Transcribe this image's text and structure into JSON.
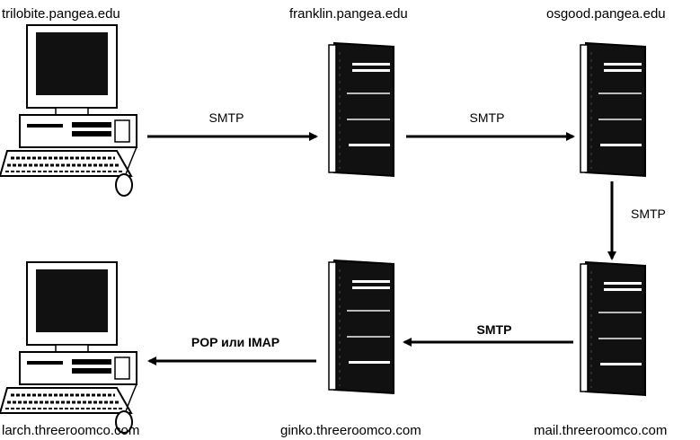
{
  "nodes": {
    "trilobite": {
      "label": "trilobite.pangea.edu",
      "kind": "workstation"
    },
    "franklin": {
      "label": "franklin.pangea.edu",
      "kind": "server"
    },
    "osgood": {
      "label": "osgood.pangea.edu",
      "kind": "server"
    },
    "larch": {
      "label": "larch.threeroomco.com",
      "kind": "workstation"
    },
    "ginko": {
      "label": "ginko.threeroomco.com",
      "kind": "server"
    },
    "mail": {
      "label": "mail.threeroomco.com",
      "kind": "server"
    }
  },
  "edges": {
    "trilobite_franklin": {
      "label": "SMTP"
    },
    "franklin_osgood": {
      "label": "SMTP"
    },
    "osgood_mail": {
      "label": "SMTP"
    },
    "mail_ginko": {
      "label": "SMTP"
    },
    "ginko_larch": {
      "label": "POP или IMAP"
    }
  },
  "icons": {
    "workstation": "desktop-computer-icon",
    "server": "tower-server-icon"
  },
  "colors": {
    "ink": "#000000",
    "screen": "#111111",
    "body": "#ffffff"
  }
}
